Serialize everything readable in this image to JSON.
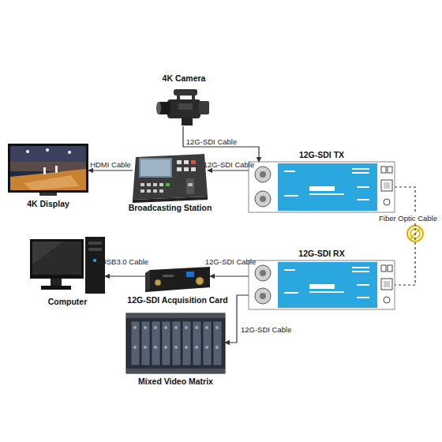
{
  "diagram": {
    "nodes": [
      {
        "text": [
          "4K Camera"
        ]
      },
      {
        "text": [
          "12G-SDI TX"
        ]
      },
      {
        "text": [
          "4K Display"
        ]
      },
      {
        "text": [
          "Broadcasting Station"
        ]
      },
      {
        "text": [
          "12G-SDI RX"
        ]
      },
      {
        "text": [
          "Computer"
        ]
      },
      {
        "text": [
          "12G-SDI Acquisition Card"
        ]
      },
      {
        "text": [
          "Mixed Video Matrix"
        ]
      }
    ],
    "edges": [
      {
        "from": 0,
        "to": 1,
        "label": "12G-SDI Cable",
        "arrow": "to"
      },
      {
        "from": 1,
        "to": 3,
        "label": "12G-SDI Cable",
        "arrow": "to"
      },
      {
        "from": 3,
        "to": 2,
        "label": "HDMI Cable",
        "arrow": "to"
      },
      {
        "from": 1,
        "to": 4,
        "label": "Fiber Optic Cable",
        "arrow": "none"
      },
      {
        "from": 4,
        "to": 6,
        "label": "12G-SDI Cable",
        "arrow": "to"
      },
      {
        "from": 6,
        "to": 5,
        "label": "USB3.0 Cable",
        "arrow": "to"
      },
      {
        "from": 4,
        "to": 7,
        "label": "12G-SDI Cable",
        "arrow": "to"
      }
    ]
  }
}
